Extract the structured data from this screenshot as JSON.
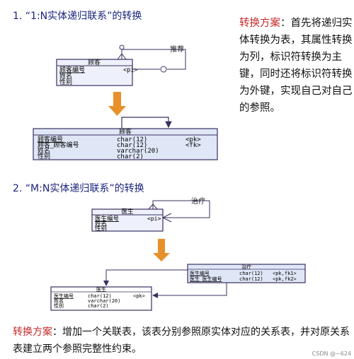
{
  "section1": {
    "heading": "1. “1:N实体递归联系”的转换"
  },
  "section2": {
    "heading": "2. “M:N实体递归联系”的转换"
  },
  "side_note": {
    "label": "转换方案",
    "text": "：首先将递归实体转换为表，其属性转换为列，标识符转换为主键，同时还将标识符转换为外键，实现自己对自己的参照。"
  },
  "bottom_note": {
    "label": "转换方案",
    "text": "：增加一个关联表，该表分别参照原实体对应的关系表，并对原关系表建立两个参照完整性约束。"
  },
  "er1": {
    "entity": "顾客",
    "attrs": [
      "顾客编号",
      "姓名",
      "性别"
    ],
    "pk_tag": "<pi>",
    "relationship": "推荐"
  },
  "table1": {
    "title": "顾客",
    "rows": [
      {
        "name": "顾客编号",
        "type": "char(12)",
        "key": "<pk>"
      },
      {
        "name": "顾客_顾客编号",
        "type": "char(12)",
        "key": "<fk>"
      },
      {
        "name": "姓名",
        "type": "varchar(20)",
        "key": ""
      },
      {
        "name": "性别",
        "type": "char(2)",
        "key": ""
      }
    ]
  },
  "er2": {
    "entity": "医生",
    "attrs": [
      "医生编号",
      "姓名",
      "性别"
    ],
    "pk_tag": "<pi>",
    "relationship": "治疗"
  },
  "table_treat": {
    "title": "治疗",
    "rows": [
      {
        "name": "医生编号",
        "type": "char(12)",
        "key": "<pk,fk1>"
      },
      {
        "name": "医生_医生编号",
        "type": "char(12)",
        "key": "<pk,fk2>"
      }
    ]
  },
  "table_doctor": {
    "title": "医生",
    "rows": [
      {
        "name": "医生编号",
        "type": "char(12)",
        "key": "<pk>"
      },
      {
        "name": "姓名",
        "type": "varchar(20)",
        "key": ""
      },
      {
        "name": "性别",
        "type": "char(2)",
        "key": ""
      }
    ]
  },
  "watermark": "CSDN @~624",
  "colors": {
    "heading": "#1a237e",
    "highlight": "#c62828",
    "arrow": "#e8902a",
    "entity_fill": "#eef1fb",
    "table_fill": "#dfe7f7",
    "line": "#3a2f5f"
  }
}
